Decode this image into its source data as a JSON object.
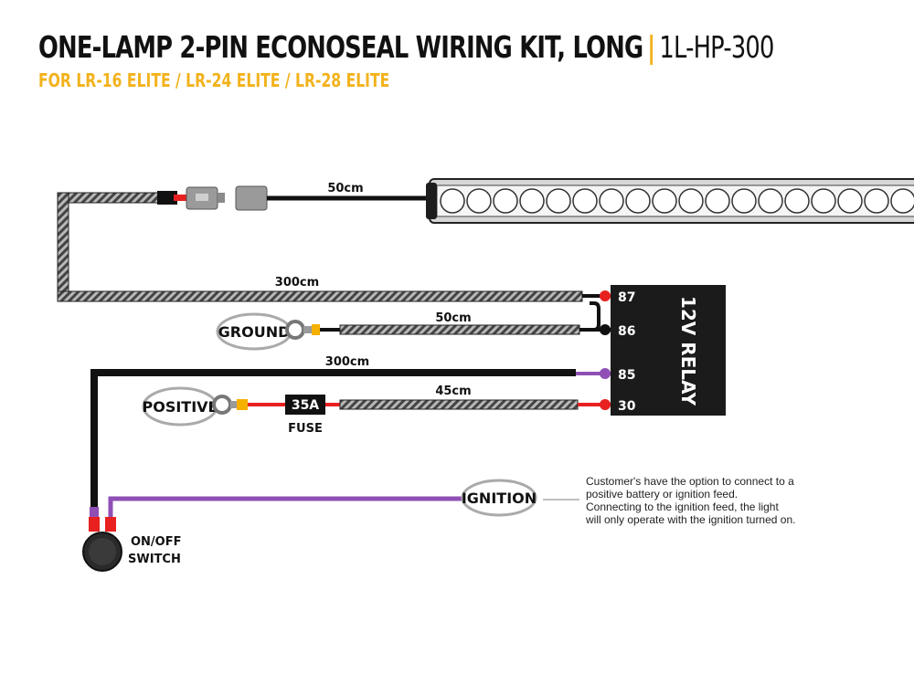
{
  "header": {
    "title": "ONE-LAMP 2-PIN ECONOSEAL WIRING KIT, LONG",
    "separator": "|",
    "code": "1L-HP-300",
    "subtitle": "FOR LR-16 ELITE / LR-24 ELITE / LR-28 ELITE"
  },
  "lengths": {
    "light_lead": "50cm",
    "relay_87_lead": "300cm",
    "ground_lead": "50cm",
    "switch_lead": "300cm",
    "battery_lead": "45cm"
  },
  "relay": {
    "title": "12V RELAY",
    "pins": [
      "87",
      "86",
      "85",
      "30"
    ]
  },
  "labels": {
    "ground": "GROUND",
    "positive": "POSITIVE",
    "ignition": "IGNITION",
    "fuse_rating": "35A",
    "fuse": "FUSE",
    "switch_line1": "ON/OFF",
    "switch_line2": "SWITCH"
  },
  "note": "Customer's have the option to connect to a positive battery or ignition feed. Connecting to the ignition feed, the light will only operate with the ignition turned on.",
  "colors": {
    "accent_yellow": "#f2b21b",
    "wire_red": "#e8201f",
    "wire_purple": "#8f4fb5",
    "wire_black": "#111111",
    "connector_orange": "#f5b000",
    "relay_body": "#1b1b1b"
  }
}
